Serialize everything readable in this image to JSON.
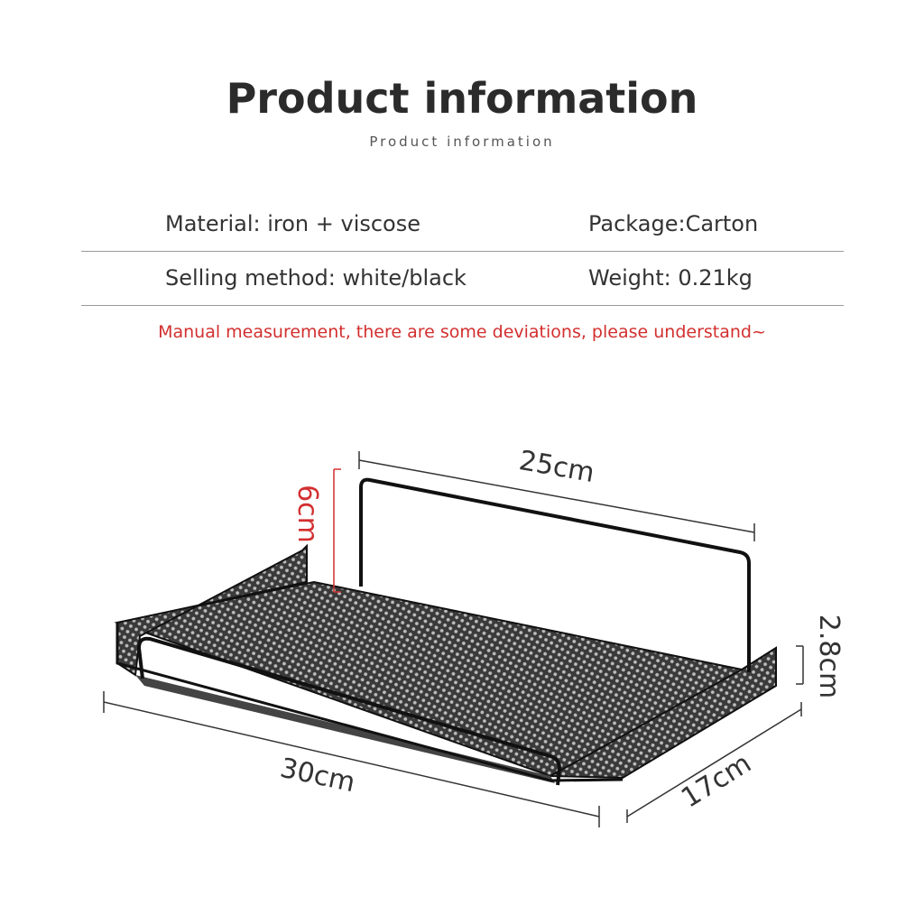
{
  "header": {
    "title": "Product information",
    "subtitle": "Product information"
  },
  "specs": [
    {
      "left": "Material: iron + viscose",
      "right": "Package:Carton"
    },
    {
      "left": "Selling method: white/black",
      "right": "Weight: 0.21kg"
    }
  ],
  "note": "Manual measurement, there are some deviations, please understand~",
  "dimensions": {
    "length_back": "25cm",
    "height_back": "6cm",
    "height_front": "2.8cm",
    "length_front": "30cm",
    "depth": "17cm"
  },
  "colors": {
    "note": "#d32f2f",
    "height_marker": "#d32f2f",
    "frame": "#111111"
  }
}
